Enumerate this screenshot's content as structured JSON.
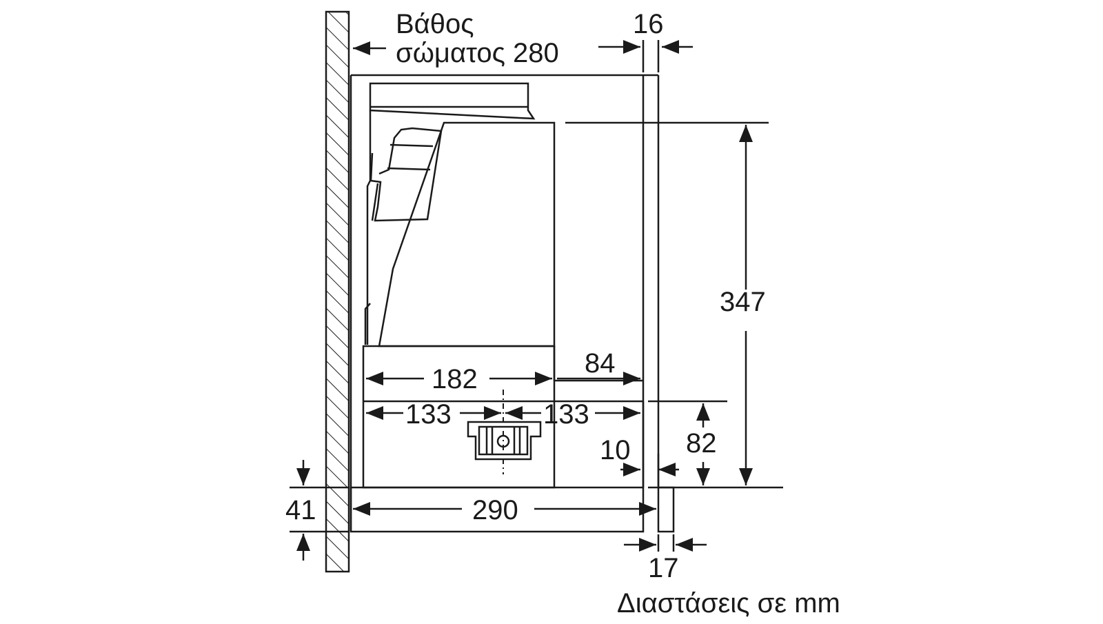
{
  "labels": {
    "body_depth_line1": "Βάθος",
    "body_depth_line2": "σώματος 280",
    "dim_16": "16",
    "dim_347": "347",
    "dim_84": "84",
    "dim_182": "182",
    "dim_133_left": "133",
    "dim_133_right": "133",
    "dim_82": "82",
    "dim_10": "10",
    "dim_41": "41",
    "dim_290": "290",
    "dim_17": "17",
    "units_caption": "Διαστάσεις σε mm"
  },
  "colors": {
    "line": "#1a1a1a",
    "background": "#ffffff"
  }
}
